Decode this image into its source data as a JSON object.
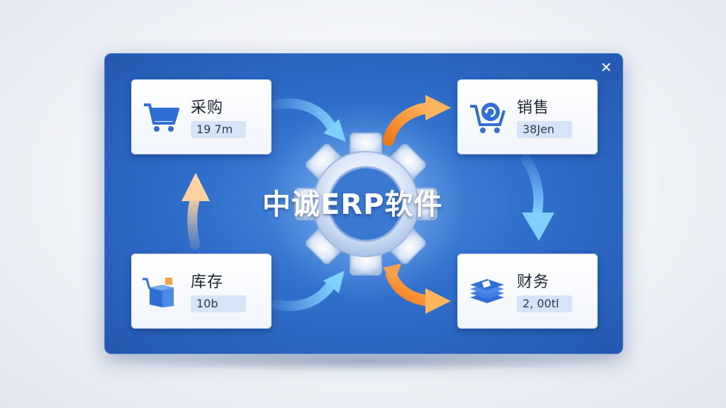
{
  "window": {
    "close_glyph": "✕"
  },
  "center": {
    "title": "中诚ERP软件",
    "icon": "gear-icon"
  },
  "modules": [
    {
      "id": "purchase",
      "label": "采购",
      "value": "19 7m",
      "icon": "shopping-cart-icon"
    },
    {
      "id": "sales",
      "label": "销售",
      "value": "38Jen",
      "icon": "cart-refresh-icon"
    },
    {
      "id": "inventory",
      "label": "库存",
      "value": "10b",
      "icon": "boxes-cart-icon"
    },
    {
      "id": "finance",
      "label": "财务",
      "value": "2, 00tl",
      "icon": "money-stack-icon"
    }
  ],
  "colors": {
    "panel": "#2f6fcb",
    "gear": "#dce7f8",
    "arrow_blue": "#8cc8ff",
    "arrow_orange": "#f5a04a",
    "icon_blue": "#2f6fd6"
  }
}
